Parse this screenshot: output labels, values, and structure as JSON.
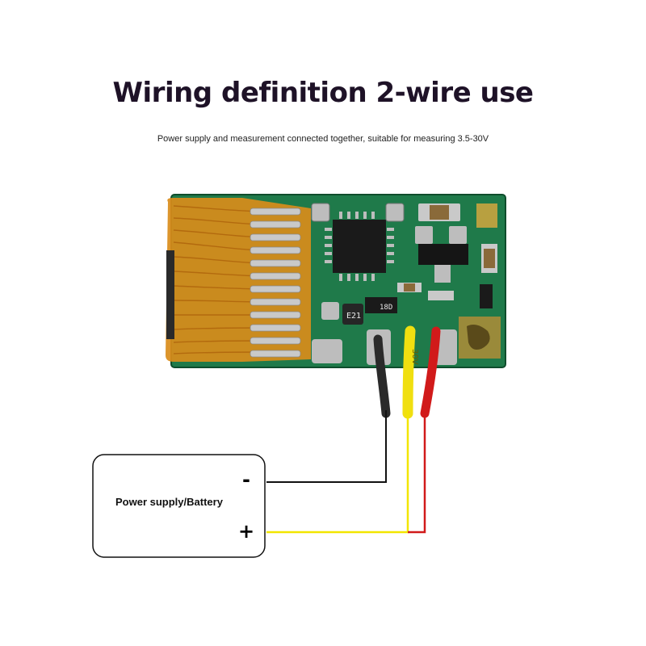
{
  "header": {
    "title": "Wiring definition 2-wire use",
    "subtitle": "Power supply and measurement connected together, suitable for measuring 3.5-30V"
  },
  "battery": {
    "label": "Power supply/Battery",
    "negative_sign": "-",
    "positive_sign": "+"
  },
  "board": {
    "inductor_marking": "E21",
    "component_marking": "18D",
    "wire_marking": "30V"
  },
  "colors": {
    "wire_black": "#111111",
    "wire_yellow": "#f2e600",
    "wire_red": "#d11a1a",
    "pcb_green": "#1f7a4a",
    "flex_orange": "#d98c1a"
  }
}
